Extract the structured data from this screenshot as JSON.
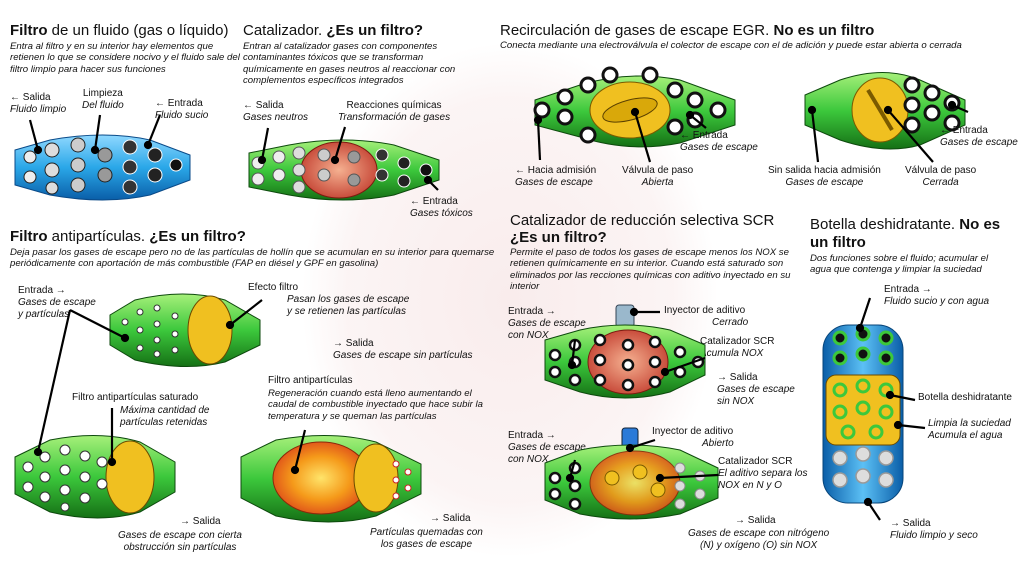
{
  "colors": {
    "green": "#3cc83c",
    "green_dark": "#1a7a1a",
    "blue": "#2aa7e8",
    "red": "#d23a2a",
    "yellow": "#f0c020",
    "black": "#000000"
  },
  "filtro_fluido": {
    "title_bold": "Filtro",
    "title_rest": " de un fluido (gas o líquido)",
    "desc": "Entra al filtro y en su interior hay elementos que retienen lo que se considere nocivo y el fluido sale del filtro limpio para hacer sus funciones",
    "salida": "← Salida",
    "salida_sub": "Fluido limpio",
    "limpieza": "Limpieza",
    "limpieza_sub": "Del fluido",
    "entrada": "← Entrada",
    "entrada_sub": "Fluido sucio"
  },
  "catalizador": {
    "title_rest": "Catalizador. ",
    "title_bold": "¿Es un filtro?",
    "desc": "Entran al catalizador gases con componentes contaminantes tóxicos que se transforman químicamente en gases neutros al reaccionar con complementos específicos integrados",
    "salida": "← Salida",
    "salida_sub": "Gases neutros",
    "reacciones": "Reacciones químicas",
    "reacciones_sub": "Transformación de gases",
    "entrada": "← Entrada",
    "entrada_sub": "Gases tóxicos"
  },
  "egr": {
    "title_rest": "Recirculación de gases de escape EGR. ",
    "title_bold": "No es un filtro",
    "desc": "Conecta mediante una electroválvula el colector de escape con el de adición y puede estar abierta o cerrada",
    "entrada": "← Entrada",
    "entrada_sub": "Gases de escape",
    "hacia": "← Hacia admisión",
    "hacia_sub": "Gases de escape",
    "valvula": "Válvula de paso",
    "valvula_sub": "Abierta",
    "entrada2": "← Entrada",
    "entrada2_sub": "Gases de escape",
    "sin_salida": "Sin salida hacia admisión",
    "sin_salida_sub": "Gases de escape",
    "valvula2": "Válvula de paso",
    "valvula2_sub": "Cerrada"
  },
  "fap": {
    "title_bold": "Filtro",
    "title_rest": " antipartículas. ",
    "title_bold2": "¿Es un filtro?",
    "desc": "Deja pasar los gases de escape pero no de las partículas de hollín que se acumulan en su interior para quemarse periódicamente con aportación de más combustible (FAP en diésel y GPF en gasolina)",
    "entrada": "Entrada →",
    "entrada_sub1": "Gases de escape",
    "entrada_sub2": "y partículas",
    "efecto": "Efecto filtro",
    "efecto_sub1": "Pasan los gases de escape",
    "efecto_sub2": "y se retienen las partículas",
    "salida": "→ Salida",
    "salida_sub": "Gases de escape sin partículas",
    "saturado": "Filtro antipartículas saturado",
    "saturado_sub1": "Máxima cantidad de",
    "saturado_sub2": "partículas retenidas",
    "salida2": "→ Salida",
    "salida2_sub1": "Gases de escape con cierta",
    "salida2_sub2": "obstrucción sin partículas",
    "regen_title": "Filtro antipartículas",
    "regen_desc": "Regeneración cuando está lleno aumentando el caudal de combustible inyectado que hace subir la temperatura y se queman las partículas",
    "salida3": "→ Salida",
    "salida3_sub1": "Partículas quemadas con",
    "salida3_sub2": "los gases de escape"
  },
  "scr": {
    "title_rest": "Catalizador de reducción selectiva SCR",
    "title_bold": "¿Es un filtro?",
    "desc": "Permite el paso de todos los gases de escape menos los NOX se retienen químicamente en su interior. Cuando está saturado son eliminados por las recciones químicas con aditivo inyectado en su interior",
    "entrada": "Entrada →",
    "entrada_sub1": "Gases de escape",
    "entrada_sub2": "con NOX",
    "inyector": "Inyector de aditivo",
    "inyector_sub": "Cerrado",
    "cat": "Catalizador SCR",
    "cat_sub": "Acumula NOX",
    "salida": "→ Salida",
    "salida_sub1": "Gases de escape",
    "salida_sub2": "sin NOX",
    "entrada2": "Entrada →",
    "entrada2_sub1": "Gases de escape",
    "entrada2_sub2": "con NOX",
    "inyector2": "Inyector de aditivo",
    "inyector2_sub": "Abierto",
    "cat2": "Catalizador SCR",
    "cat2_sub1": "El aditivo separa los",
    "cat2_sub2": "NOX en N y O",
    "salida2": "→ Salida",
    "salida2_sub1": "Gases de escape con nitrógeno",
    "salida2_sub2": "(N) y oxígeno (O) sin NOX"
  },
  "botella": {
    "title_rest": "Botella deshidratante. ",
    "title_bold": "No es un filtro",
    "desc": "Dos funciones sobre el fluido; acumular el agua que contenga y limpiar la suciedad",
    "entrada": "Entrada →",
    "entrada_sub": "Fluido sucio y con agua",
    "botella": "Botella deshidratante",
    "botella_sub1": "Limpia la suciedad",
    "botella_sub2": "Acumula el agua",
    "salida": "→ Salida",
    "salida_sub": "Fluido limpio y seco"
  }
}
